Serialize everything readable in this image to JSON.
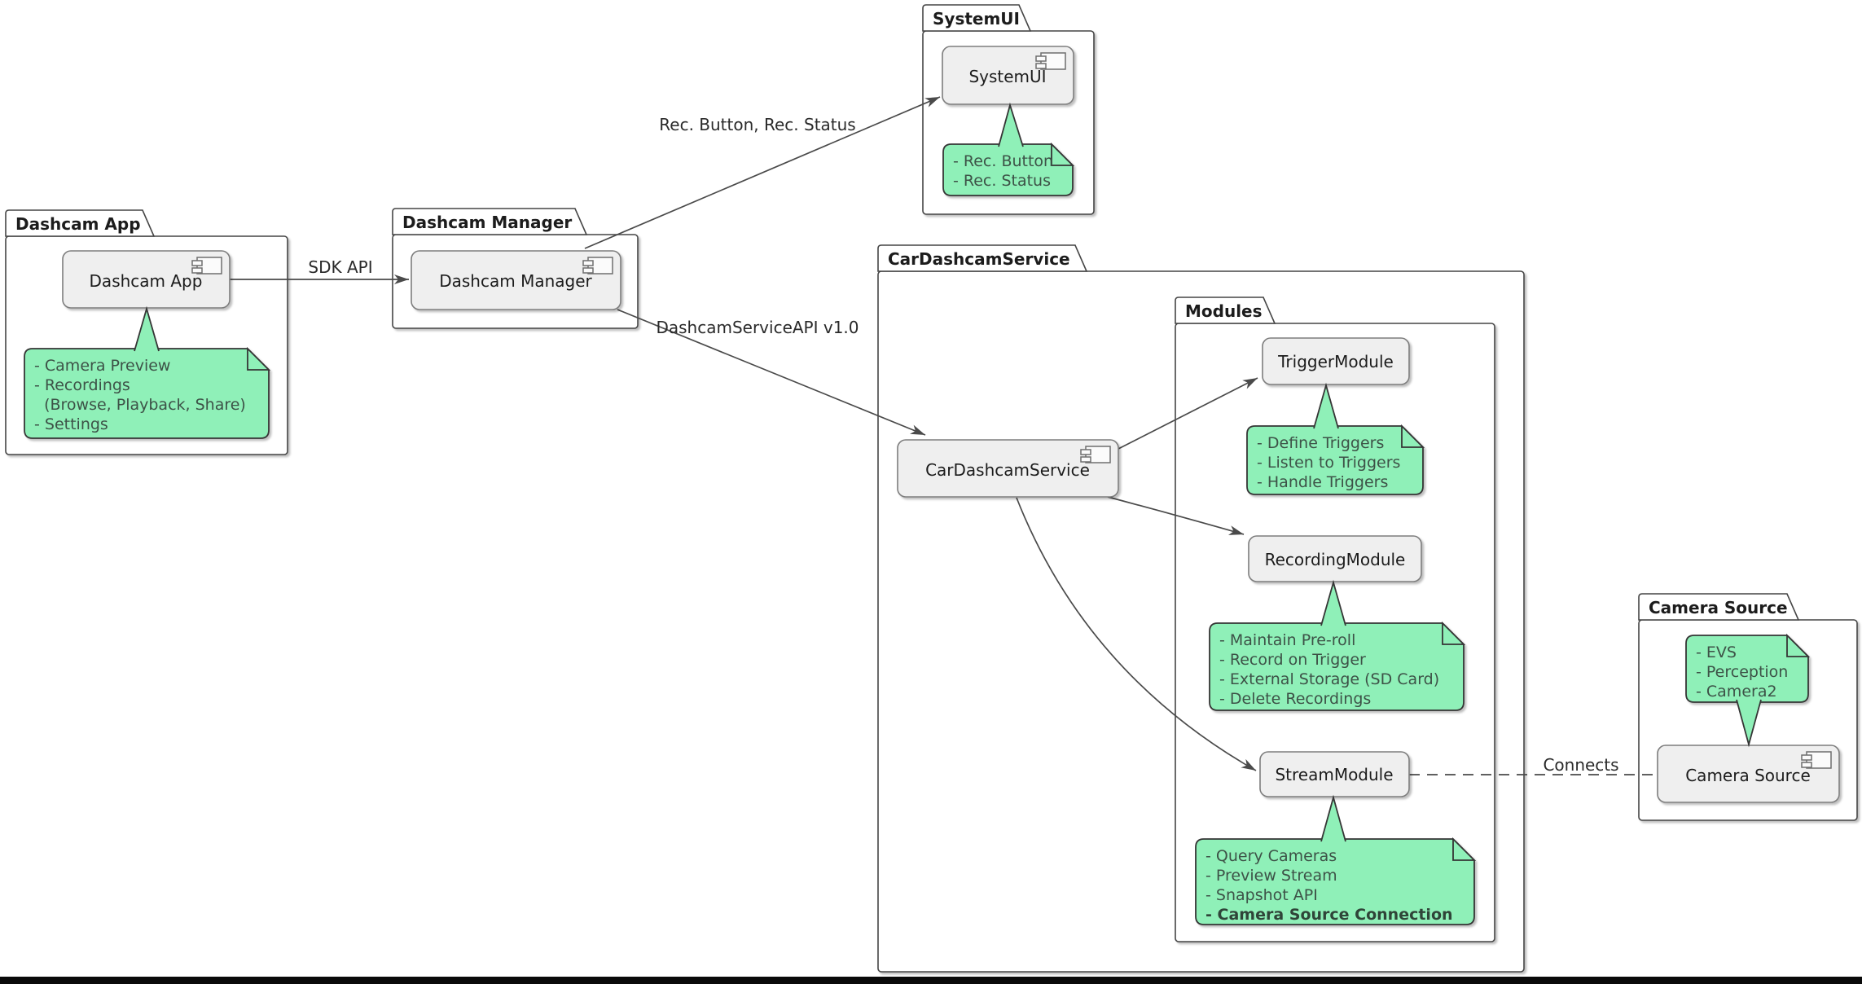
{
  "packages": {
    "dashcam_app": {
      "title": "Dashcam App"
    },
    "dashcam_manager": {
      "title": "Dashcam Manager"
    },
    "systemui": {
      "title": "SystemUI"
    },
    "car_dashcam_service": {
      "title": "CarDashcamService"
    },
    "modules": {
      "title": "Modules"
    },
    "camera_source": {
      "title": "Camera Source"
    }
  },
  "components": {
    "dashcam_app": "Dashcam App",
    "dashcam_manager": "Dashcam Manager",
    "systemui": "SystemUI",
    "car_dashcam_service": "CarDashcamService",
    "trigger_module": "TriggerModule",
    "recording_module": "RecordingModule",
    "stream_module": "StreamModule",
    "camera_source": "Camera Source"
  },
  "notes": {
    "dashcam_app": {
      "lines": [
        "- Camera Preview",
        "- Recordings",
        "  (Browse, Playback, Share)",
        "- Settings"
      ]
    },
    "systemui": {
      "lines": [
        "- Rec. Button",
        "- Rec. Status"
      ]
    },
    "trigger_module": {
      "lines": [
        "- Define Triggers",
        "- Listen to Triggers",
        "- Handle Triggers"
      ]
    },
    "recording_module": {
      "lines": [
        "- Maintain Pre-roll",
        "- Record on Trigger",
        "- External Storage (SD Card)",
        "- Delete Recordings"
      ]
    },
    "stream_module": {
      "lines": [
        "- Query Cameras",
        "- Preview Stream",
        "- Snapshot API",
        "- Camera Source Connection"
      ]
    },
    "camera_source": {
      "lines": [
        "- EVS",
        "- Perception",
        "- Camera2"
      ]
    }
  },
  "edge_labels": {
    "sdk_api": "SDK API",
    "rec_button_status": "Rec. Button, Rec. Status",
    "dashcam_service_api": "DashcamServiceAPI v1.0",
    "connects": "Connects"
  },
  "colors": {
    "note_fill": "#8FF0B8",
    "note_border": "#353535",
    "component_fill": "#EFEFEF",
    "component_border": "#7D7D7D",
    "package_border": "#454545",
    "edge": "#4A4A4A",
    "background": "#FFFFFF",
    "bottom_bar": "#0A0A0A"
  }
}
